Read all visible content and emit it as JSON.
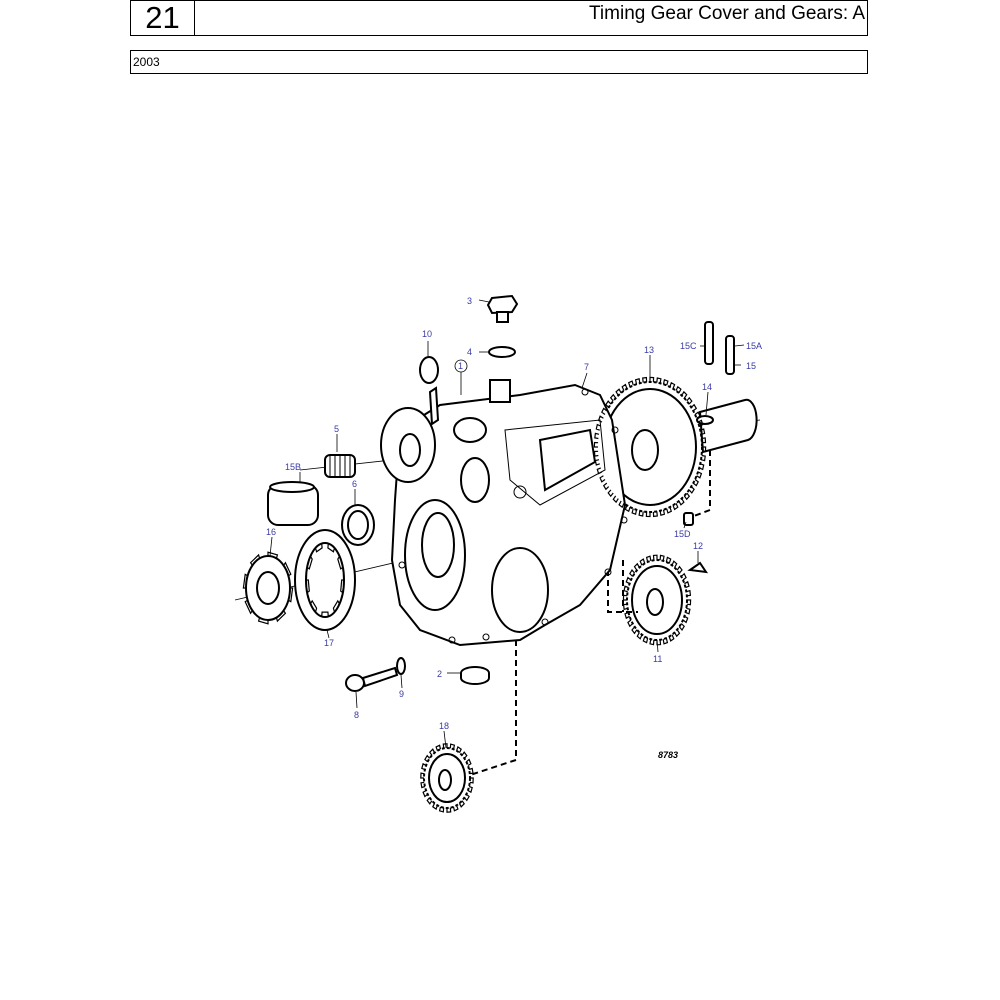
{
  "header": {
    "section_number": "21",
    "title": "Timing Gear Cover and Gears: A"
  },
  "subheader": {
    "year": "2003"
  },
  "diagram": {
    "figure_number": "8783",
    "callouts": {
      "c1": "1",
      "c2": "2",
      "c3": "3",
      "c4": "4",
      "c5": "5",
      "c6": "6",
      "c7": "7",
      "c8": "8",
      "c9": "9",
      "c10": "10",
      "c11": "11",
      "c12": "12",
      "c13": "13",
      "c14": "14",
      "c15": "15",
      "c15a": "15A",
      "c15b": "15B",
      "c15c": "15C",
      "c15d": "15D",
      "c16": "16",
      "c17": "17",
      "c18": "18"
    }
  }
}
